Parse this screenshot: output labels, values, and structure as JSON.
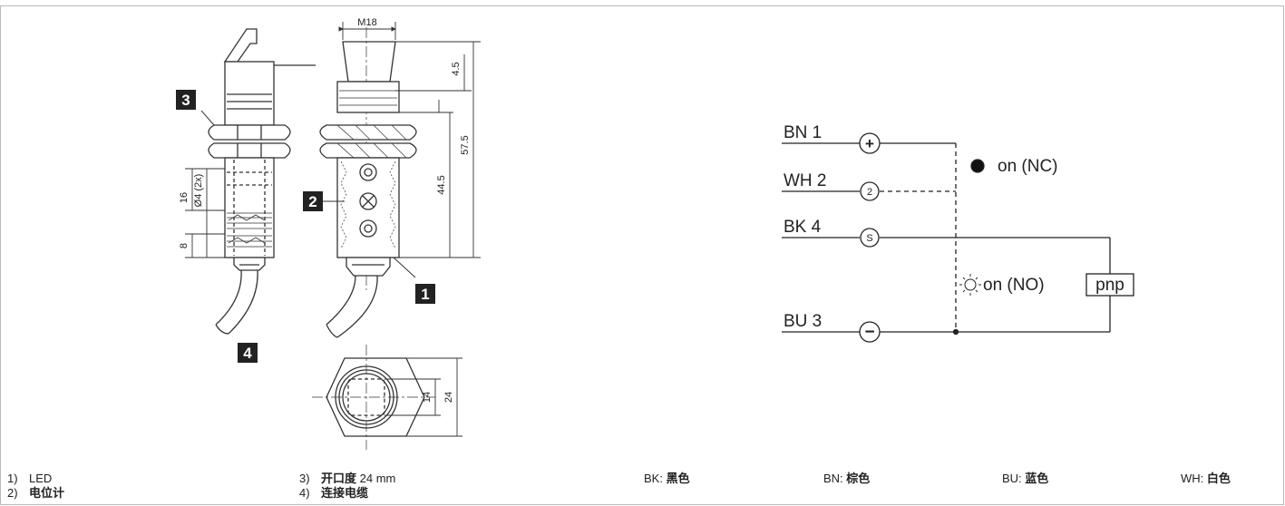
{
  "drawing": {
    "thread_label": "M18",
    "dim_top_height": "4.5",
    "dim_overall_length": "57.5",
    "dim_body_length": "44.5",
    "dim_hole_spacing": "16",
    "dim_hole_diameter": "Ø4 (2x)",
    "dim_bottom": "8",
    "dim_inner_square": "14",
    "dim_across_flats": "24",
    "badges": [
      "1",
      "2",
      "3",
      "4"
    ]
  },
  "schematic": {
    "wires": [
      {
        "label": "BN 1",
        "terminal": "+"
      },
      {
        "label": "WH 2",
        "terminal": "2"
      },
      {
        "label": "BK 4",
        "terminal": "S"
      },
      {
        "label": "BU 3",
        "terminal": "−"
      }
    ],
    "on_nc_label": "on (NC)",
    "on_no_label": "on (NO)",
    "output_type": "pnp"
  },
  "legend": {
    "items": [
      {
        "num": "1)",
        "text": "LED",
        "bold": false
      },
      {
        "num": "2)",
        "text": "电位计",
        "bold": true
      },
      {
        "num": "3)",
        "text_bold": "开口度",
        "text_rest": " 24 mm"
      },
      {
        "num": "4)",
        "text": "连接电缆",
        "bold": true
      }
    ],
    "colors": [
      {
        "code": "BK:",
        "name": "黑色"
      },
      {
        "code": "BN:",
        "name": "棕色"
      },
      {
        "code": "BU:",
        "name": "蓝色"
      },
      {
        "code": "WH:",
        "name": "白色"
      }
    ]
  }
}
